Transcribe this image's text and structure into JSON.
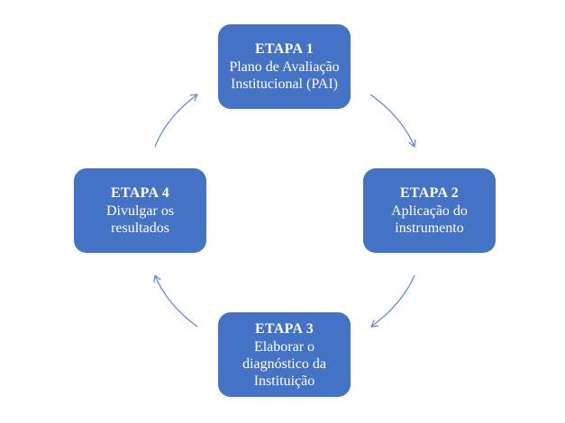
{
  "diagram": {
    "type": "cycle",
    "accent_color": "#4472C4",
    "arrow_color": "#5B86D6",
    "steps": [
      {
        "title": "ETAPA 1",
        "lines": [
          "Plano de Avaliação",
          "Institucional (PAI)"
        ]
      },
      {
        "title": "ETAPA 2",
        "lines": [
          "Aplicação do",
          "instrumento"
        ]
      },
      {
        "title": "ETAPA 3",
        "lines": [
          "Elaborar o",
          "diagnóstico da",
          "Instituição"
        ]
      },
      {
        "title": "ETAPA 4",
        "lines": [
          "Divulgar os",
          "resultados"
        ]
      }
    ],
    "connections": [
      {
        "from": "ETAPA 1",
        "to": "ETAPA 2"
      },
      {
        "from": "ETAPA 2",
        "to": "ETAPA 3"
      },
      {
        "from": "ETAPA 3",
        "to": "ETAPA 4"
      },
      {
        "from": "ETAPA 4",
        "to": "ETAPA 1"
      }
    ]
  }
}
